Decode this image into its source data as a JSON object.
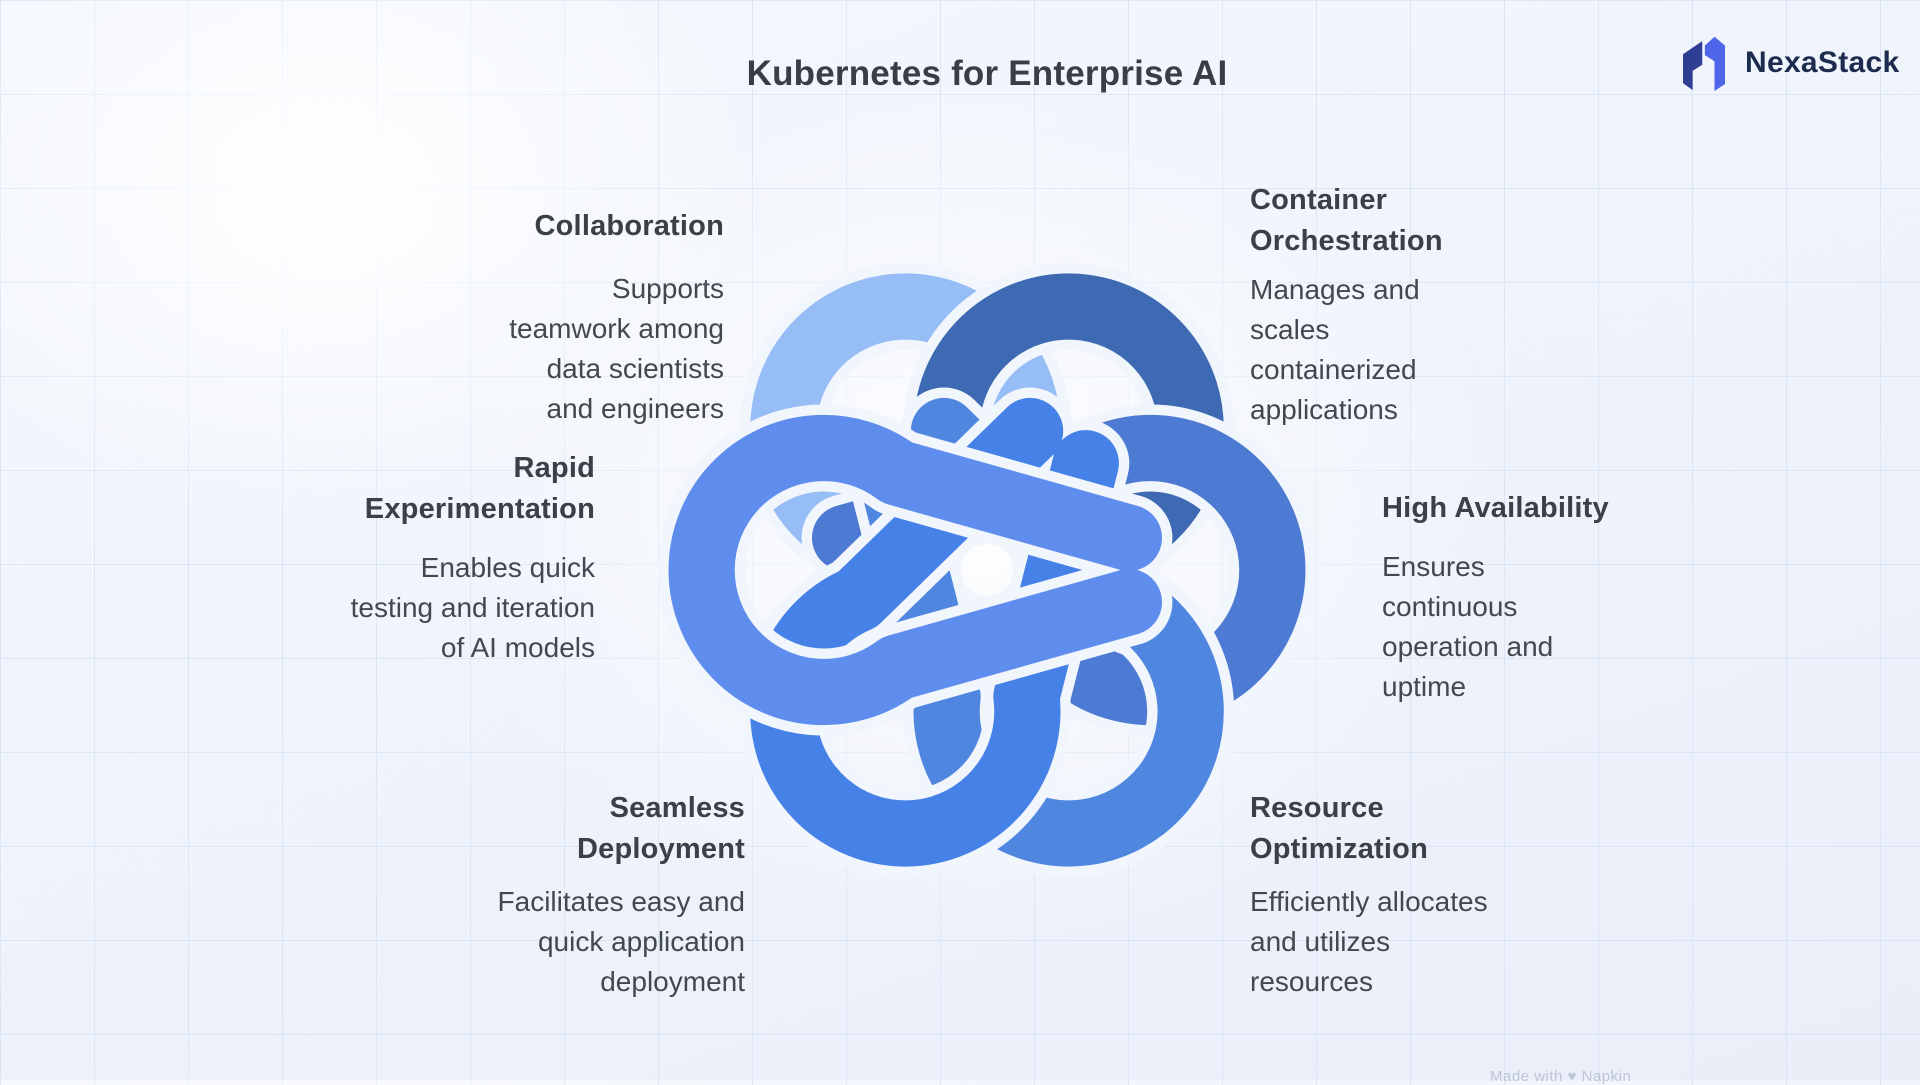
{
  "page": {
    "title": "Kubernetes for Enterprise AI",
    "watermark": "Made with ♥ Napkin"
  },
  "logo": {
    "name": "NexaStack",
    "icon_colors": {
      "left": "#2e3f93",
      "right": "#4f66ea"
    },
    "text_color": "#1d2c4e"
  },
  "sections": [
    {
      "id": "collaboration",
      "heading": "Collaboration",
      "body": "Supports teamwork among data scientists and engineers"
    },
    {
      "id": "container-orchestration",
      "heading": "Container Orchestration",
      "body": "Manages and scales containerized applications"
    },
    {
      "id": "rapid-experimentation",
      "heading": "Rapid Experimentation",
      "body": "Enables quick testing and iteration of AI models"
    },
    {
      "id": "high-availability",
      "heading": "High Availability",
      "body": "Ensures continuous operation and uptime"
    },
    {
      "id": "seamless-deployment",
      "heading": "Seamless Deployment",
      "body": "Facilitates easy and quick application deployment"
    },
    {
      "id": "resource-optimization",
      "heading": "Resource Optimization",
      "body": "Efficiently allocates and utilizes resources"
    }
  ],
  "knot": {
    "description": "six-loop interlaced knot",
    "petals": [
      {
        "name": "top-left",
        "color": "#97bdf7"
      },
      {
        "name": "top-right",
        "color": "#3e6ab3"
      },
      {
        "name": "right",
        "color": "#4d7ad2"
      },
      {
        "name": "bottom-right",
        "color": "#4f86e0"
      },
      {
        "name": "bottom-left",
        "color": "#4681e8"
      },
      {
        "name": "left",
        "color": "#5f8ded"
      }
    ]
  }
}
